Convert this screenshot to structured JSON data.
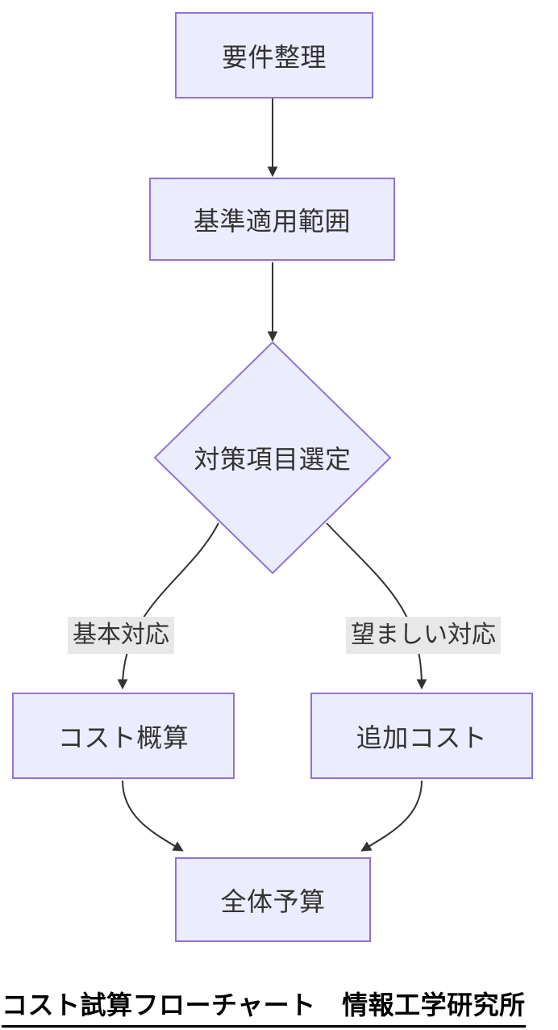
{
  "flowchart": {
    "nodes": [
      {
        "id": "requirements",
        "label": "要件整理",
        "shape": "rect"
      },
      {
        "id": "scope",
        "label": "基準適用範囲",
        "shape": "rect"
      },
      {
        "id": "selection",
        "label": "対策項目選定",
        "shape": "diamond"
      },
      {
        "id": "basic-cost",
        "label": "コスト概算",
        "shape": "rect"
      },
      {
        "id": "additional-cost",
        "label": "追加コスト",
        "shape": "rect"
      },
      {
        "id": "total-budget",
        "label": "全体予算",
        "shape": "rect"
      }
    ],
    "edges": [
      {
        "from": "requirements",
        "to": "scope",
        "label": ""
      },
      {
        "from": "scope",
        "to": "selection",
        "label": ""
      },
      {
        "from": "selection",
        "to": "basic-cost",
        "label": "基本対応"
      },
      {
        "from": "selection",
        "to": "additional-cost",
        "label": "望ましい対応"
      },
      {
        "from": "basic-cost",
        "to": "total-budget",
        "label": ""
      },
      {
        "from": "additional-cost",
        "to": "total-budget",
        "label": ""
      }
    ],
    "caption": "コスト試算フローチャート　情報工学研究所",
    "colors": {
      "node_fill": "#ECECFF",
      "node_border": "#9370DB",
      "edge_line": "#333333",
      "edge_label_bg": "#E8E8E8",
      "node_text": "#333333",
      "caption_text": "#000000"
    }
  }
}
